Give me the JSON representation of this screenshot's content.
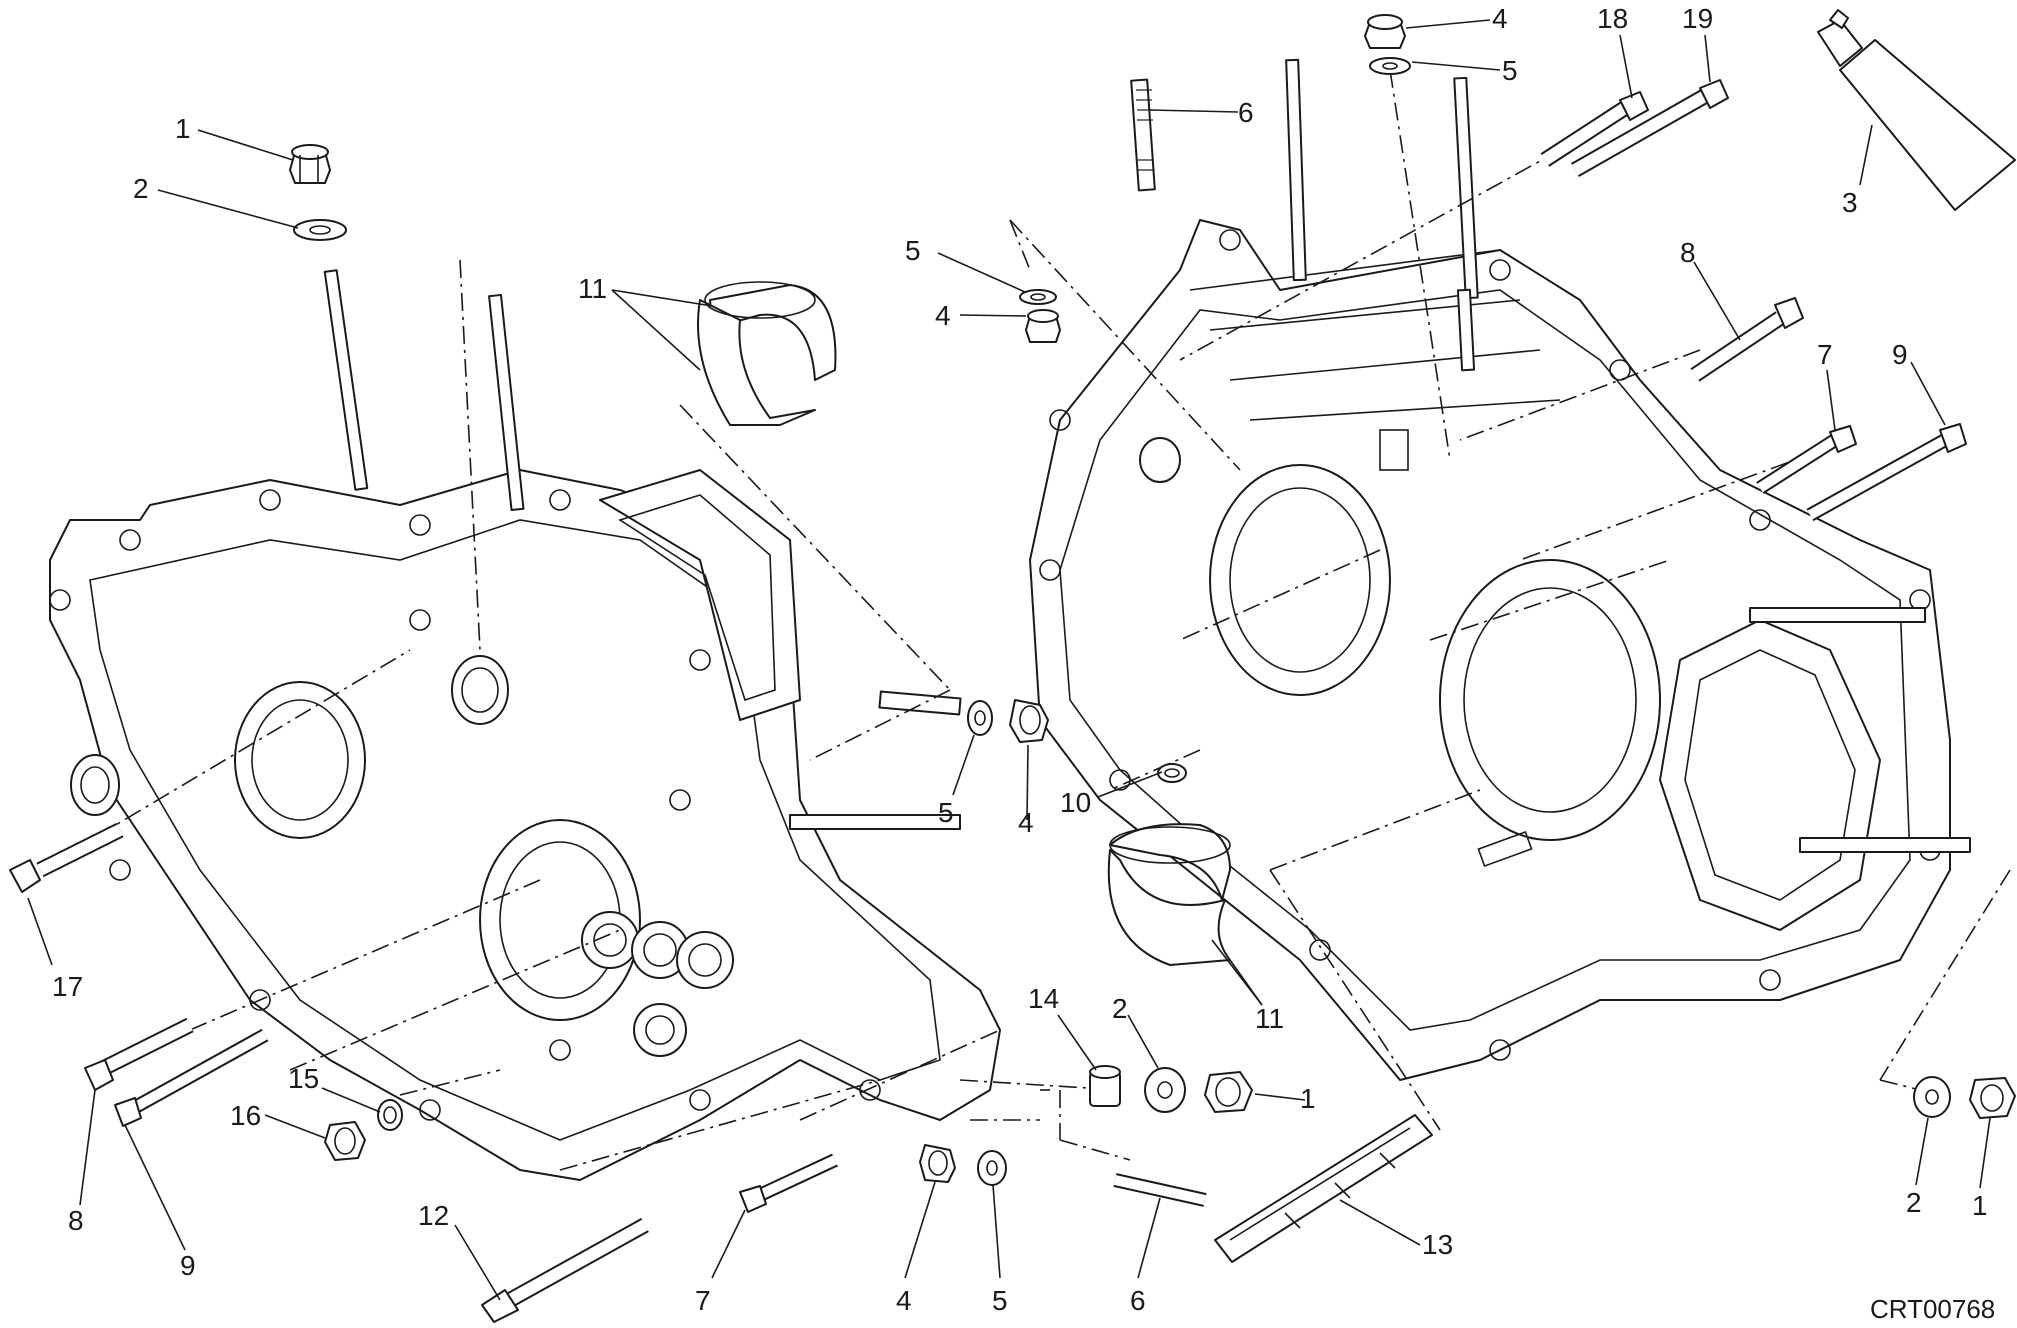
{
  "drawing_code": "CRT00768",
  "callouts": [
    {
      "label": "1"
    },
    {
      "label": "2"
    },
    {
      "label": "11"
    },
    {
      "label": "5"
    },
    {
      "label": "4"
    },
    {
      "label": "6"
    },
    {
      "label": "4"
    },
    {
      "label": "5"
    },
    {
      "label": "18"
    },
    {
      "label": "19"
    },
    {
      "label": "3"
    },
    {
      "label": "8"
    },
    {
      "label": "7"
    },
    {
      "label": "9"
    },
    {
      "label": "5"
    },
    {
      "label": "4"
    },
    {
      "label": "10"
    },
    {
      "label": "17"
    },
    {
      "label": "14"
    },
    {
      "label": "2"
    },
    {
      "label": "1"
    },
    {
      "label": "11"
    },
    {
      "label": "15"
    },
    {
      "label": "16"
    },
    {
      "label": "8"
    },
    {
      "label": "9"
    },
    {
      "label": "12"
    },
    {
      "label": "7"
    },
    {
      "label": "4"
    },
    {
      "label": "5"
    },
    {
      "label": "6"
    },
    {
      "label": "13"
    },
    {
      "label": "2"
    },
    {
      "label": "1"
    }
  ]
}
